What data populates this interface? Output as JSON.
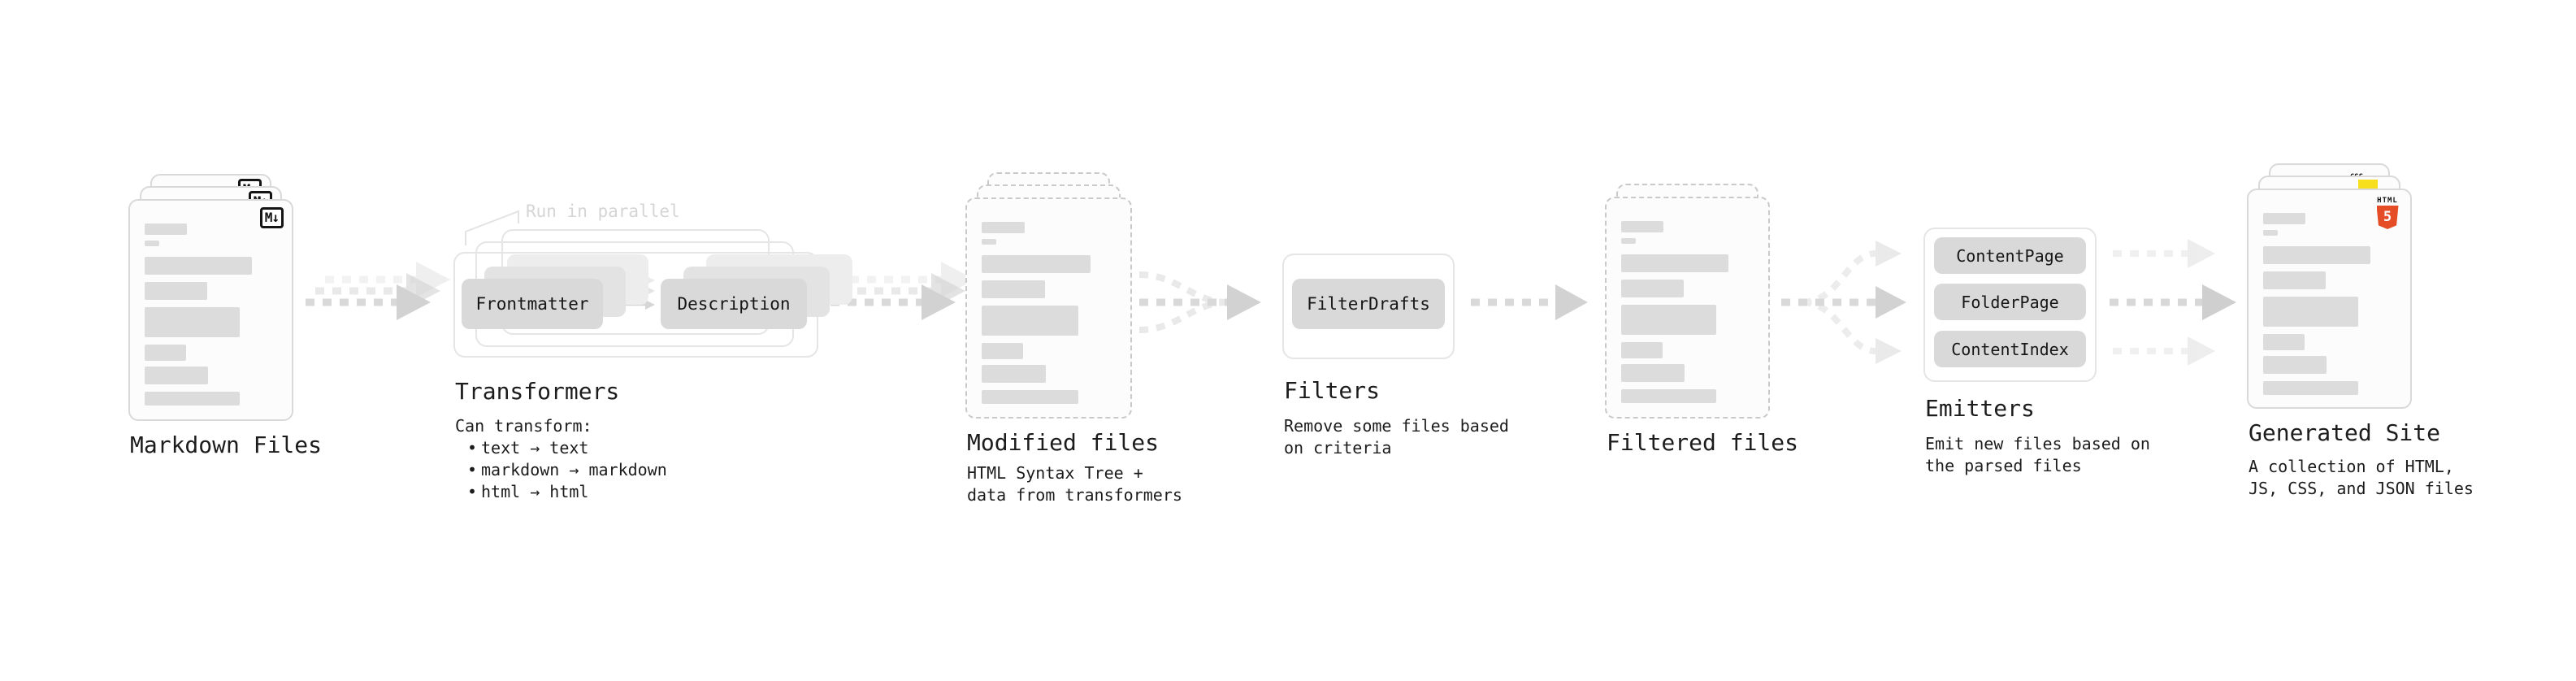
{
  "pipeline": {
    "markdown_files": {
      "label": "Markdown Files"
    },
    "transformers": {
      "title": "Transformers",
      "annotation": "Run in parallel",
      "left_box": "Frontmatter",
      "right_box": "Description",
      "desc_heading": "Can transform:",
      "bullet_glyph": "•",
      "bullets": [
        "text → text",
        "markdown → markdown",
        "html → html"
      ]
    },
    "modified_files": {
      "label": "Modified files",
      "desc": [
        "HTML Syntax Tree +",
        "data from transformers"
      ]
    },
    "filters": {
      "title": "Filters",
      "box": "FilterDrafts",
      "desc": [
        "Remove some files based",
        "on criteria"
      ]
    },
    "filtered_files": {
      "label": "Filtered files"
    },
    "emitters": {
      "title": "Emitters",
      "boxes": [
        "ContentPage",
        "FolderPage",
        "ContentIndex"
      ],
      "desc": [
        "Emit new files based on",
        "the parsed files"
      ]
    },
    "generated_site": {
      "label": "Generated Site",
      "desc": [
        "A collection of HTML,",
        "JS, CSS, and JSON files"
      ]
    },
    "icons": {
      "markdown_badge": "M↓",
      "html5_word": "HTML",
      "html5_number": "5",
      "css_word": "CSS"
    },
    "colors": {
      "html5_orange": "#e44d26",
      "js_yellow": "#f7df1e",
      "css_blue": "#2965f1",
      "arrow_gray": "#d9d9d9",
      "card_border": "#d9d9d9",
      "text_dark": "#1c1c1c",
      "annotation_gray": "#d5d5d5"
    }
  }
}
